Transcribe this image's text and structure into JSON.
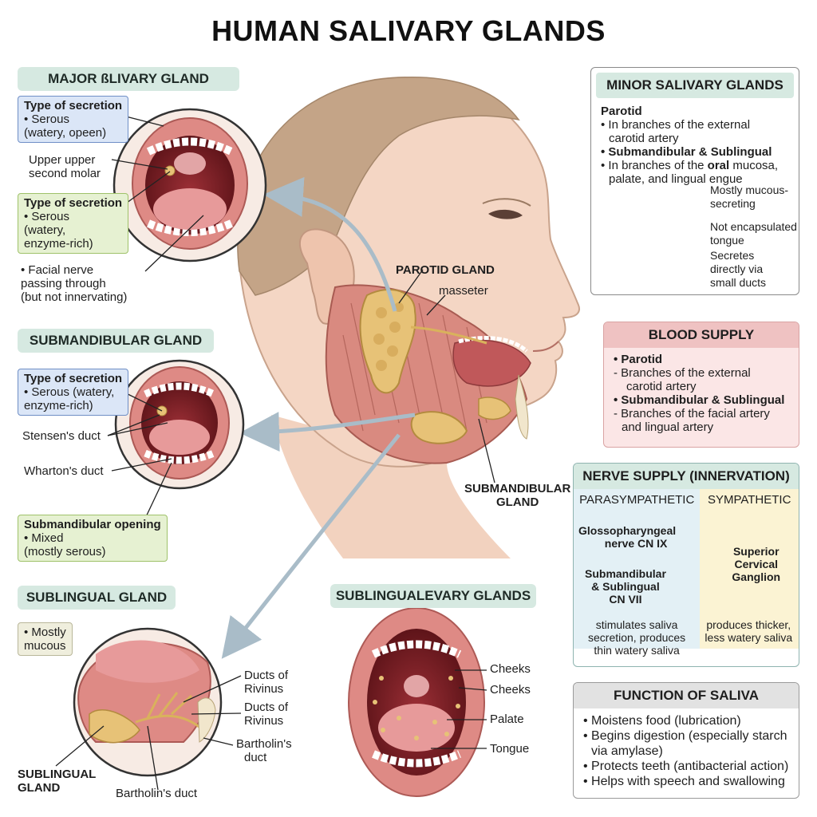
{
  "title": "HUMAN SALIVARY GLANDS",
  "major": {
    "header": "MAJOR ßLIVARY GLAND",
    "secretion1": {
      "title": "Type of secretion",
      "l1": "• Serous",
      "l2": "(watery, opeen)"
    },
    "upper_molar": {
      "l1": "Upper upper",
      "l2": "second molar"
    },
    "secretion2": {
      "title": "Type of secretion",
      "l1": "• Serous",
      "l2": "(watery,",
      "l3": "enzyme-rich)"
    },
    "facial_nerve": {
      "l1": "• Facial nerve",
      "l2": "passing through",
      "l3": "(but not innervating)"
    }
  },
  "submandibular": {
    "header": "SUBMANDIBULAR GLAND",
    "secretion": {
      "title": "Type of secretion",
      "l1": "• Serous (watery,",
      "l2": "enzyme-rich)"
    },
    "stensen": "Stensen's duct",
    "wharton": "Wharton's duct",
    "opening": {
      "title": "Submandibular opening",
      "l1": "• Mixed",
      "l2": "(mostly serous)"
    }
  },
  "sublingual": {
    "header": "SUBLINGUAL GLAND",
    "mucous": {
      "l1": "• Mostly",
      "l2": "mucous"
    },
    "rivinus1": {
      "l1": "Ducts of",
      "l2": "Rivinus"
    },
    "rivinus2": {
      "l1": "Ducts of",
      "l2": "Rivinus"
    },
    "bartholin1": {
      "l1": "Bartholin's",
      "l2": "duct"
    },
    "bartholin2": "Bartholin's duct",
    "gland": {
      "l1": "SUBLINGUAL",
      "l2": "GLAND"
    }
  },
  "center": {
    "parotid_label": "PAROTID GLAND",
    "masseter": "masseter",
    "submandibular_label": {
      "l1": "SUBMANDIBULAR",
      "l2": "GLAND"
    }
  },
  "sublingual_evary": {
    "header": "SUBLINGUALEVARY GLANDS",
    "cheeks1": "Cheeks",
    "cheeks2": "Cheeks",
    "palate": "Palate",
    "tongue": "Tongue"
  },
  "minor": {
    "header": "MINOR SALIVARY GLANDS",
    "s1": "Parotid",
    "l1": "• In branches of the external",
    "l2": "carotid artery",
    "s2": "• Submandibular & Sublingual",
    "l3a": "• In branches of the ",
    "l3b": "oral",
    "l3c": " mucosa,",
    "l4": "palate, and lingual engue",
    "c1a": "Mostly mucous-",
    "c1b": "secreting",
    "c2a": "Not encapsulated",
    "c2b": "tongue",
    "c3a": "Secretes",
    "c3b": "directly via",
    "c3c": "small ducts"
  },
  "blood": {
    "header": "BLOOD SUPPLY",
    "s1": "• Parotid",
    "l1": "- Branches of the external",
    "l2": "carotid artery",
    "s2": "• Submandibular & Sublingual",
    "l3": "- Branches of the facial artery",
    "l4": "and lingual artery"
  },
  "nerve": {
    "header": "NERVE SUPPLY (INNERVATION)",
    "para": "PARASYMPATHETIC",
    "symp": "SYMPATHETIC",
    "glosso1": "Glossopharyngeal",
    "glosso2": "nerve CN IX",
    "subm1": "Submandibular",
    "subm2": "& Sublingual",
    "subm3": "CN VII",
    "para_fx1": "stimulates saliva",
    "para_fx2": "secretion, produces",
    "para_fx3": "thin watery saliva",
    "sup1": "Superior",
    "sup2": "Cervical",
    "sup3": "Ganglion",
    "symp_fx1": "produces thicker,",
    "symp_fx2": "less watery saliva"
  },
  "function": {
    "header": "FUNCTION OF SALIVA",
    "i1": "• Moistens food (lubrication)",
    "i2a": "• Begins digestion (especially starch",
    "i2b": "via amylase)",
    "i3": "• Protects teeth (antibacterial action)",
    "i4": "• Helps with speech and swallowing"
  },
  "colors": {
    "green_header": "#d6e9e1",
    "blood_header": "#efc2c2",
    "blood_body": "#fbe6e6",
    "para_bg": "#e3f0f5",
    "symp_bg": "#fbf3d3",
    "gland": "#e7c277",
    "muscle": "#d7857c",
    "skin": "#f4d6c4",
    "hair": "#c4a487"
  }
}
